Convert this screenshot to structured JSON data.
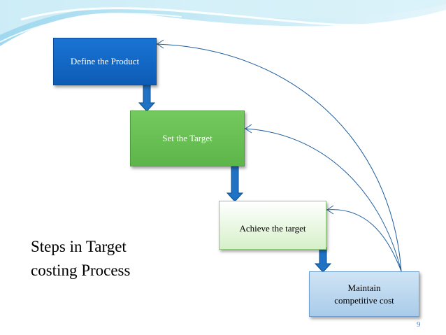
{
  "slide": {
    "title_line1": "Steps in Target",
    "title_line2": "costing Process",
    "page_number": "9"
  },
  "steps": [
    {
      "label": "Define the Product",
      "color": "#1565c0"
    },
    {
      "label": "Set the Target",
      "color": "#6cc05a"
    },
    {
      "label": "Achieve the target",
      "color": "#e6f6dd"
    },
    {
      "label_line1": "Maintain",
      "label_line2": "competitive cost",
      "color": "#bcd7ee"
    }
  ],
  "connector_color": "#1f5e9e",
  "arrow_color": "#1f72c4"
}
